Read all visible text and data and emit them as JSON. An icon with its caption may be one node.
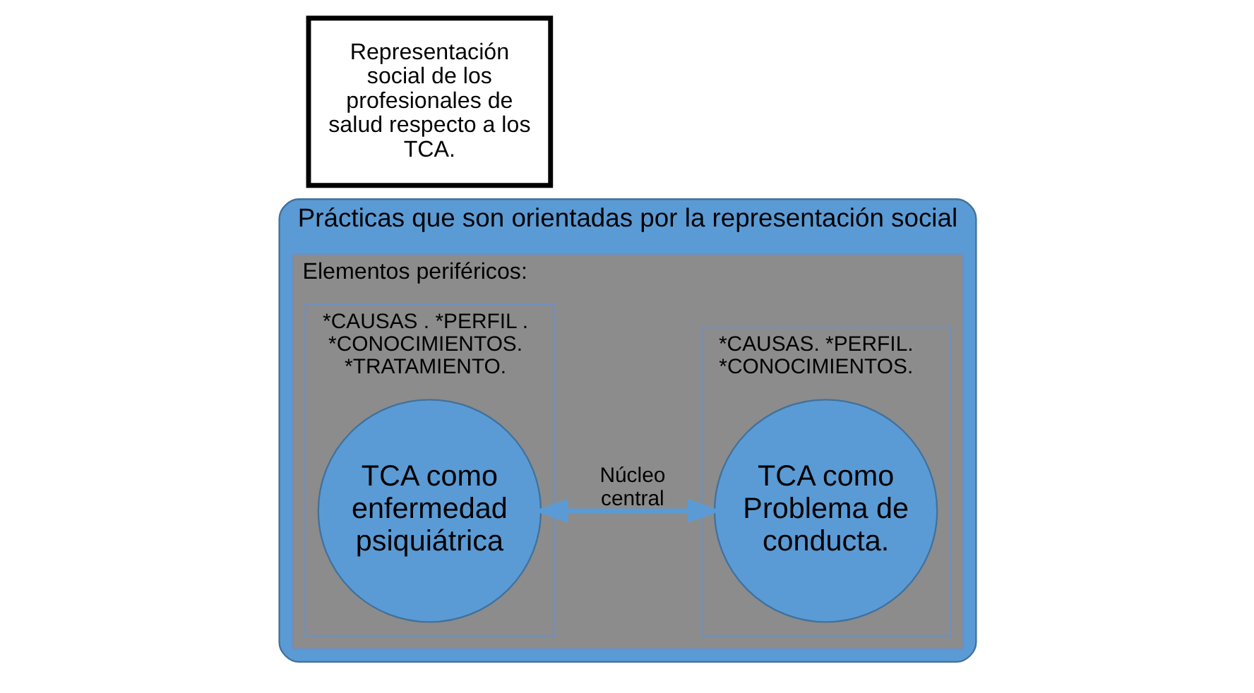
{
  "diagram": {
    "nodes": [
      {
        "text": [
          "Prácticas que son orientadas por la representación social"
        ]
      },
      {
        "text": [
          "Elementos periféricos:"
        ],
        "in": 0
      },
      {
        "text": [
          "*CAUSAS . *PERFIL . *CONOCIMIENTOS. *TRATAMIENTO."
        ],
        "in": 1
      },
      {
        "text": [
          "TCA como enfermedad psiquiátrica"
        ],
        "in": 2
      },
      {
        "text": [
          "*CAUSAS. *PERFIL. *CONOCIMIENTOS."
        ],
        "in": 1
      },
      {
        "text": [
          "TCA como Problema de conducta."
        ],
        "in": 4
      },
      {
        "text": [
          "Representación social de los profesionales de salud respecto a los TCA."
        ]
      }
    ],
    "edges": [
      {
        "from": 3,
        "to": 5,
        "arrow": "both",
        "label": "Núcleo central"
      }
    ]
  }
}
